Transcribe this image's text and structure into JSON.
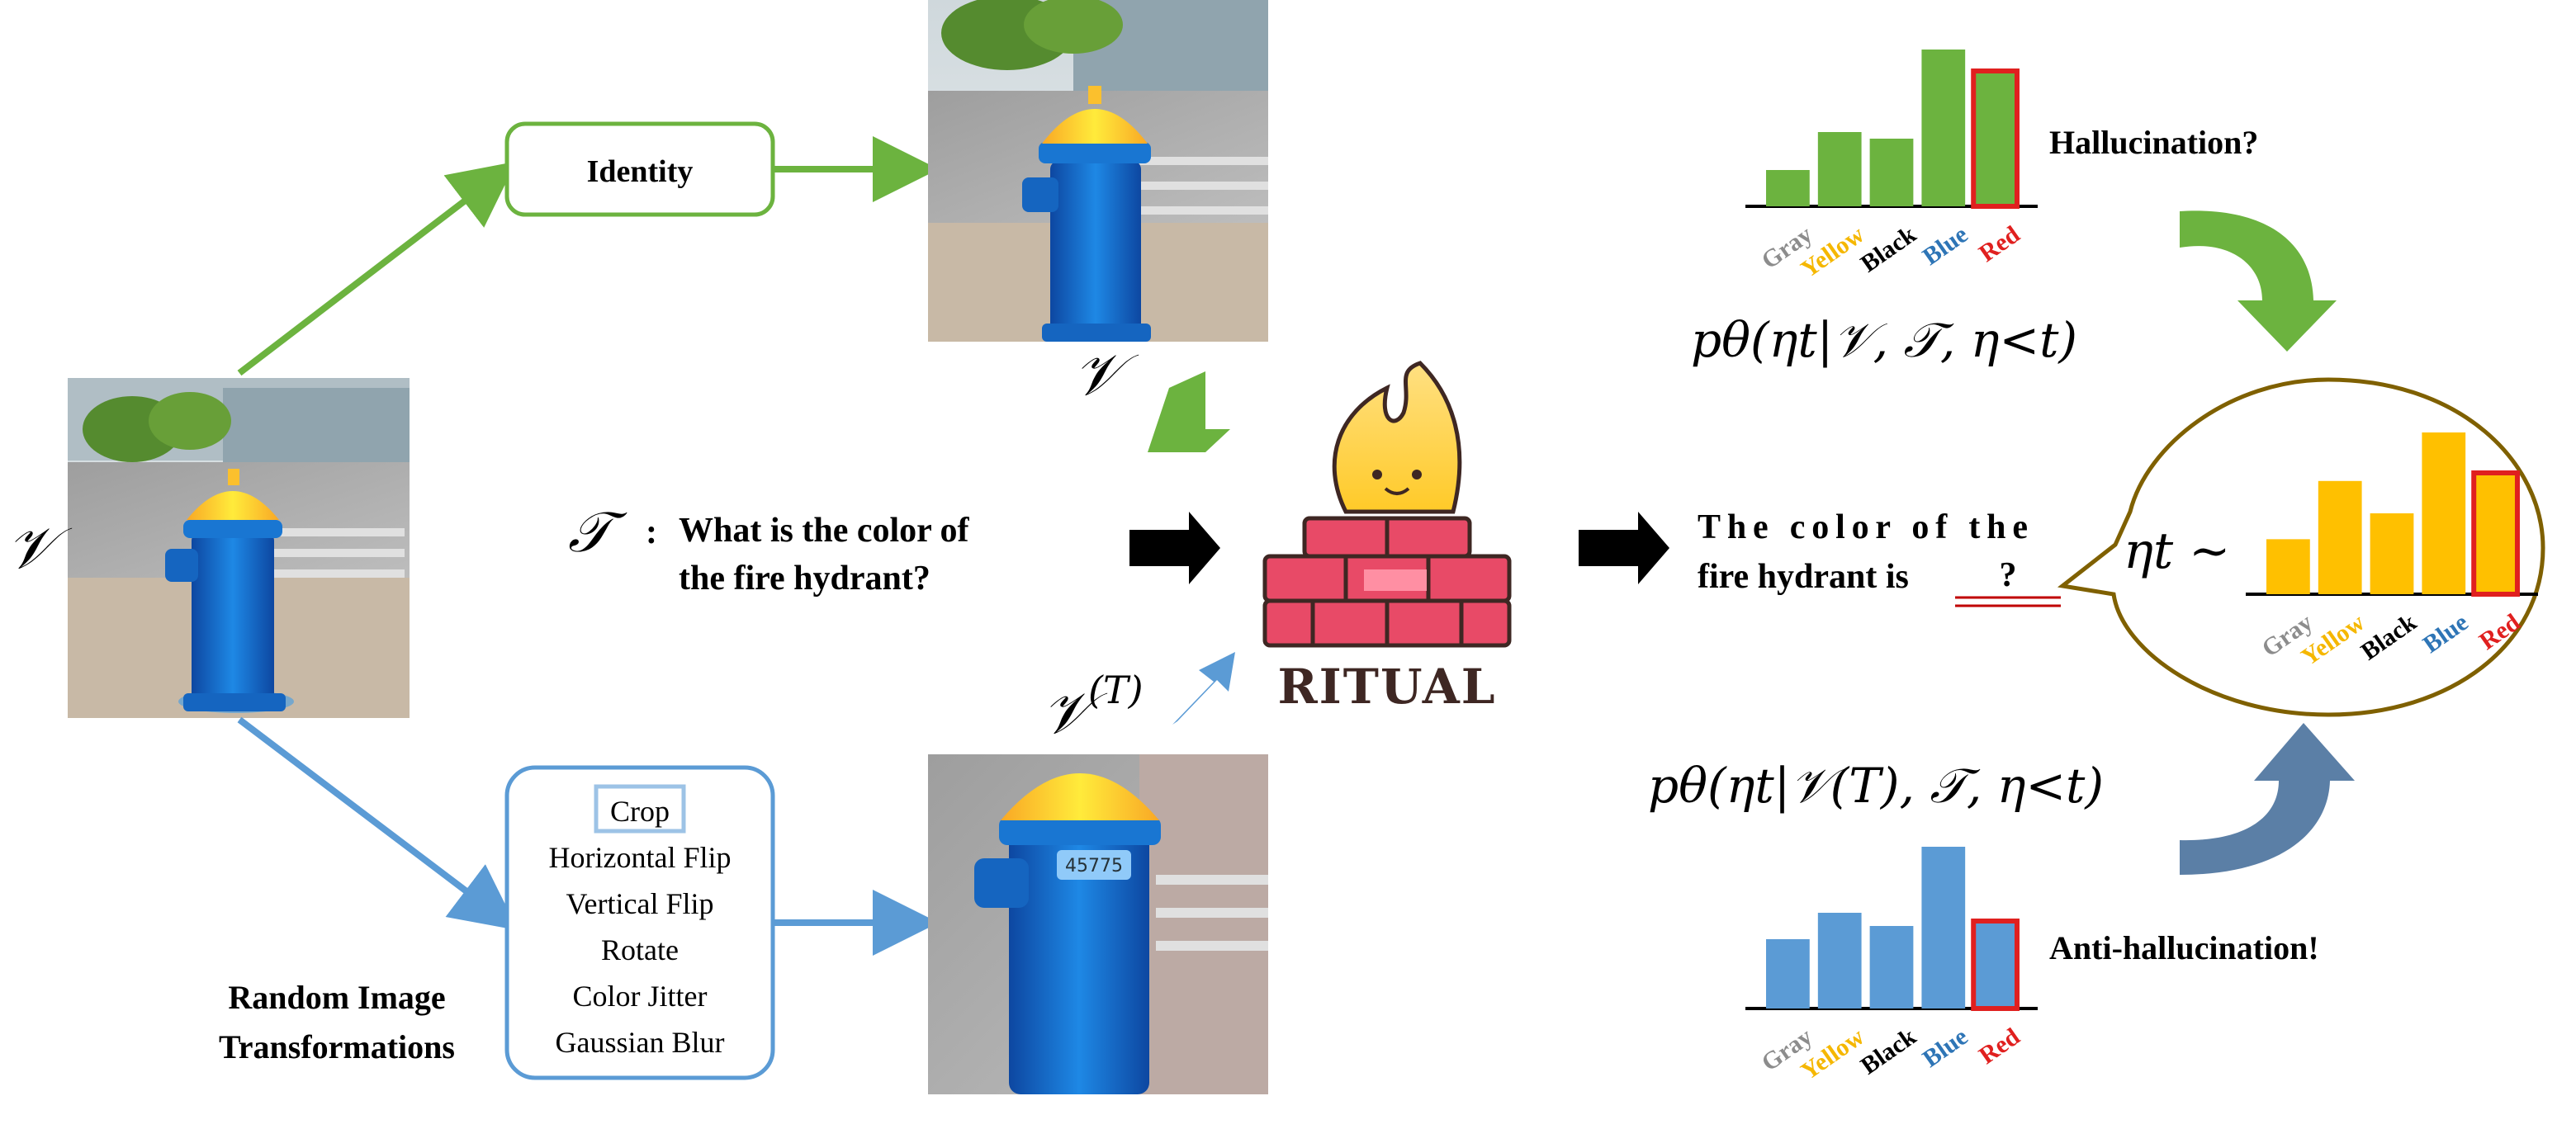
{
  "input": {
    "v_symbol": "𝒱",
    "caption": "Random Image Transformations",
    "caption_lines": [
      "Random Image",
      "Transformations"
    ]
  },
  "identity": {
    "label": "Identity",
    "v_symbol": "𝒱"
  },
  "transforms": {
    "items": [
      "Crop",
      "Horizontal Flip",
      "Vertical Flip",
      "Rotate",
      "Color Jitter",
      "Gaussian Blur"
    ],
    "selected": "Crop",
    "v_symbol": "𝒱",
    "v_superscript": "(T)"
  },
  "question": {
    "t_symbol": "𝒯",
    "colon": ":",
    "lines": [
      "What is the color of",
      "the fire hydrant?"
    ]
  },
  "ritual": {
    "label": "RITUAL"
  },
  "answer": {
    "lines": [
      "The color of the",
      "fire hydrant is"
    ],
    "blank": "?"
  },
  "formulas": {
    "top": "pθ(ηt|𝒱, 𝒯, η<t)",
    "bottom": "pθ(ηt|𝒱(T), 𝒯, η<t)",
    "bubble": "ηt ~"
  },
  "labels": {
    "hallucination": "Hallucination?",
    "anti_hallucination": "Anti-hallucination!"
  },
  "colors": {
    "green": "#6cb33f",
    "blue": "#5b9bd5",
    "yellow": "#ffc000",
    "red": "#e0201f",
    "dark_red": "#c00000",
    "bubble_border": "#7f6000",
    "gray_label": "#8c8c8c",
    "yellow_label": "#f5b700",
    "blue_label": "#2e75b6"
  },
  "chart_data": [
    {
      "type": "bar",
      "name": "original",
      "categories": [
        "Gray",
        "Yellow",
        "Black",
        "Blue",
        "Red"
      ],
      "values": [
        0.22,
        0.45,
        0.41,
        0.95,
        0.82
      ],
      "highlight": "Red"
    },
    {
      "type": "bar",
      "name": "transformed",
      "categories": [
        "Gray",
        "Yellow",
        "Black",
        "Blue",
        "Red"
      ],
      "values": [
        0.42,
        0.58,
        0.5,
        0.98,
        0.53
      ],
      "highlight": "Red"
    },
    {
      "type": "bar",
      "name": "combined",
      "categories": [
        "Gray",
        "Yellow",
        "Black",
        "Blue",
        "Red"
      ],
      "values": [
        0.34,
        0.7,
        0.5,
        1.0,
        0.75
      ],
      "highlight": "Red"
    }
  ]
}
